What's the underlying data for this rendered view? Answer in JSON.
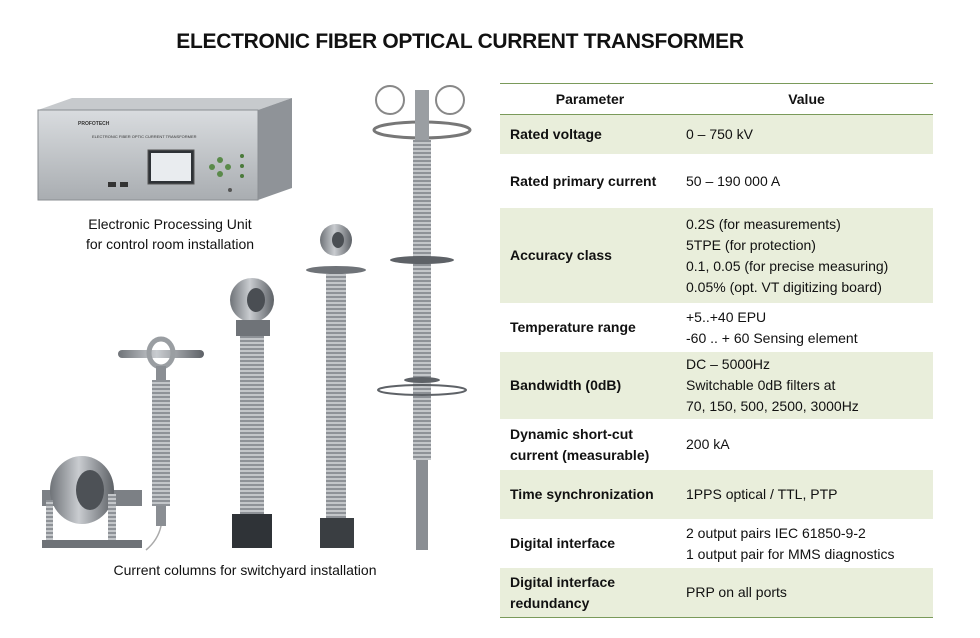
{
  "title": "ELECTRONIC FIBER OPTICAL CURRENT TRANSFORMER",
  "captions": {
    "epu_line1": "Electronic Processing Unit",
    "epu_line2": "for control room installation",
    "columns": "Current columns for switchyard installation"
  },
  "device": {
    "brand": "PROFOTECH",
    "panel_label": "ELECTRONIC FIBER OPTIC CURRENT TRANSFORMER"
  },
  "table": {
    "headers": [
      "Parameter",
      "Value"
    ],
    "rows": [
      {
        "param": "Rated voltage",
        "values": [
          "0 – 750 kV"
        ]
      },
      {
        "param": "Rated primary current",
        "values": [
          "50 – 190 000 A"
        ]
      },
      {
        "param": "Accuracy class",
        "values": [
          "0.2S (for measurements)",
          "5TPE (for protection)",
          "0.1, 0.05 (for precise measuring)",
          "0.05% (opt. VT digitizing board)"
        ]
      },
      {
        "param": "Temperature range",
        "values": [
          "+5..+40 EPU",
          "-60 .. + 60 Sensing element"
        ]
      },
      {
        "param": "Bandwidth (0dB)",
        "values": [
          "DC – 5000Hz",
          "Switchable 0dB filters at",
          "70, 150, 500, 2500, 3000Hz"
        ]
      },
      {
        "param": "Dynamic short-cut current (measurable)",
        "values": [
          "200 kA"
        ]
      },
      {
        "param": "Time synchronization",
        "values": [
          "1PPS optical / TTL, PTP"
        ]
      },
      {
        "param": "Digital interface",
        "values": [
          "2 output pairs IEC 61850-9-2",
          "1 output pair for MMS diagnostics"
        ]
      },
      {
        "param": "Digital interface redundancy",
        "values": [
          "PRP on all ports"
        ]
      }
    ]
  }
}
